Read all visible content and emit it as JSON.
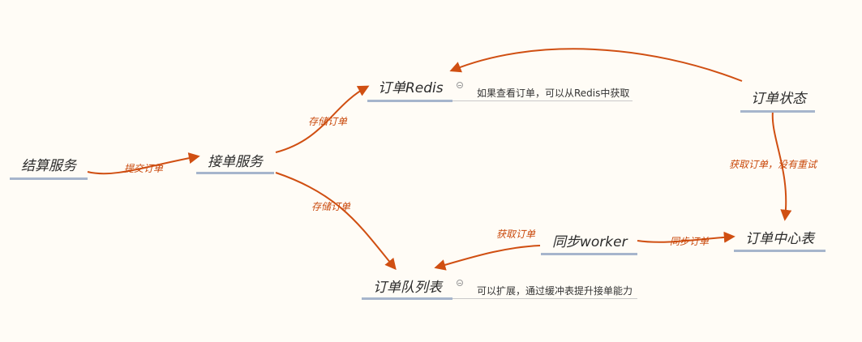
{
  "nodes": {
    "settlement": "结算服务",
    "order_service": "接单服务",
    "order_redis": "订单Redis",
    "order_status": "订单状态",
    "order_queue": "订单队列表",
    "sync_worker": "同步worker",
    "order_center": "订单中心表"
  },
  "notes": {
    "redis_note": "如果查看订单，可以从Redis中获取",
    "queue_note": "可以扩展，通过缓冲表提升接单能力"
  },
  "edges": {
    "submit_order": "提交订单",
    "store_order_redis": "存储订单",
    "store_order_queue": "存储订单",
    "fetch_order_queue": "获取订单",
    "sync_order": "同步订单",
    "fetch_order_status": "获取订单，没有重试"
  },
  "colors": {
    "edge": "#d04f12",
    "underline": "#a6b5cc"
  }
}
